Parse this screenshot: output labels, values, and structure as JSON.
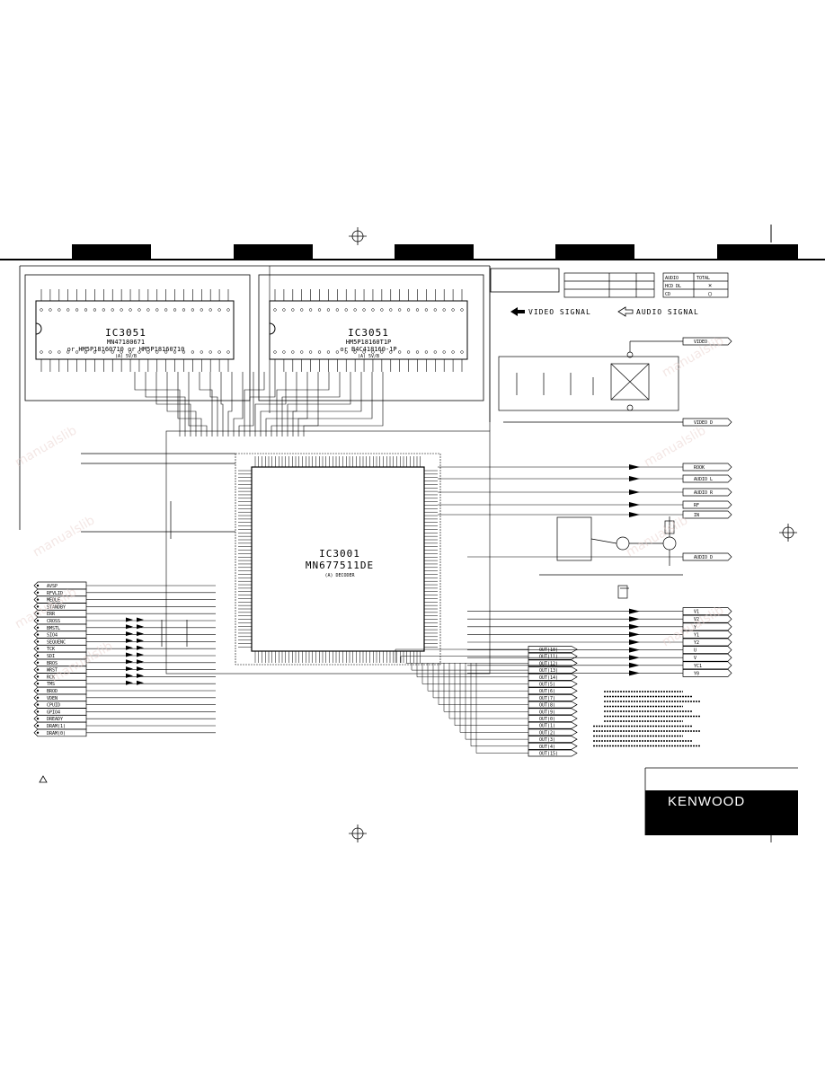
{
  "ic_left": {
    "name": "IC3051",
    "part_line1": "MN47180671",
    "part_line2": "or HM5P18160710 or HM5P18160710",
    "note": "(A) 5V/B"
  },
  "ic_right": {
    "name": "IC3051",
    "part_line1": "HM5P18160T1P",
    "part_line2": "or B4C418160-1P",
    "note": "(A) 5V/B"
  },
  "ic_main": {
    "name": "IC3001",
    "part": "MN677511DE",
    "note": "(A) DECODER"
  },
  "legend": {
    "video": "VIDEO SIGNAL",
    "audio": "AUDIO SIGNAL"
  },
  "table_small": {
    "rows": [
      [
        "AUDIO",
        "TOTAL"
      ],
      [
        "HCD DL",
        "×"
      ],
      [
        "CD",
        "○"
      ]
    ]
  },
  "left_signals": [
    "AVSP",
    "RFVLID",
    "MEDLE",
    "STANDBY",
    "ERR",
    "CROSS",
    "BMSTL",
    "SIO4",
    "SEQUENC",
    "TCK",
    "SDI",
    "BROS",
    "WRST",
    "RCK",
    "TMS",
    "BROD",
    "VDEN",
    "CPUID",
    "GPIO4",
    "DREADY",
    "DRAM(1)",
    "DRAM(0)"
  ],
  "right_signals": [
    "OUT(10)",
    "OUT(11)",
    "OUT(12)",
    "OUT(13)",
    "OUT(14)",
    "OUT(5)",
    "OUT(6)",
    "OUT(7)",
    "OUT(8)",
    "OUT(9)",
    "OUT(0)",
    "OUT(1)",
    "OUT(2)",
    "OUT(3)",
    "OUT(4)",
    "OUT(15)"
  ],
  "right_outputs": [
    "VIDEO",
    "VIDEO D",
    "ROOK",
    "AUDIO L",
    "AUDIO R",
    "RF",
    "IN"
  ],
  "right_outputs_lower": [
    "AUDIO D",
    "V1",
    "V2",
    "Y",
    "Y1",
    "Y2",
    "U",
    "V",
    "YC1",
    "Y0"
  ],
  "brand": "KENWOOD",
  "colors": {
    "ink": "#000000",
    "paper": "#ffffff",
    "watermark": "#e9d0cc"
  }
}
